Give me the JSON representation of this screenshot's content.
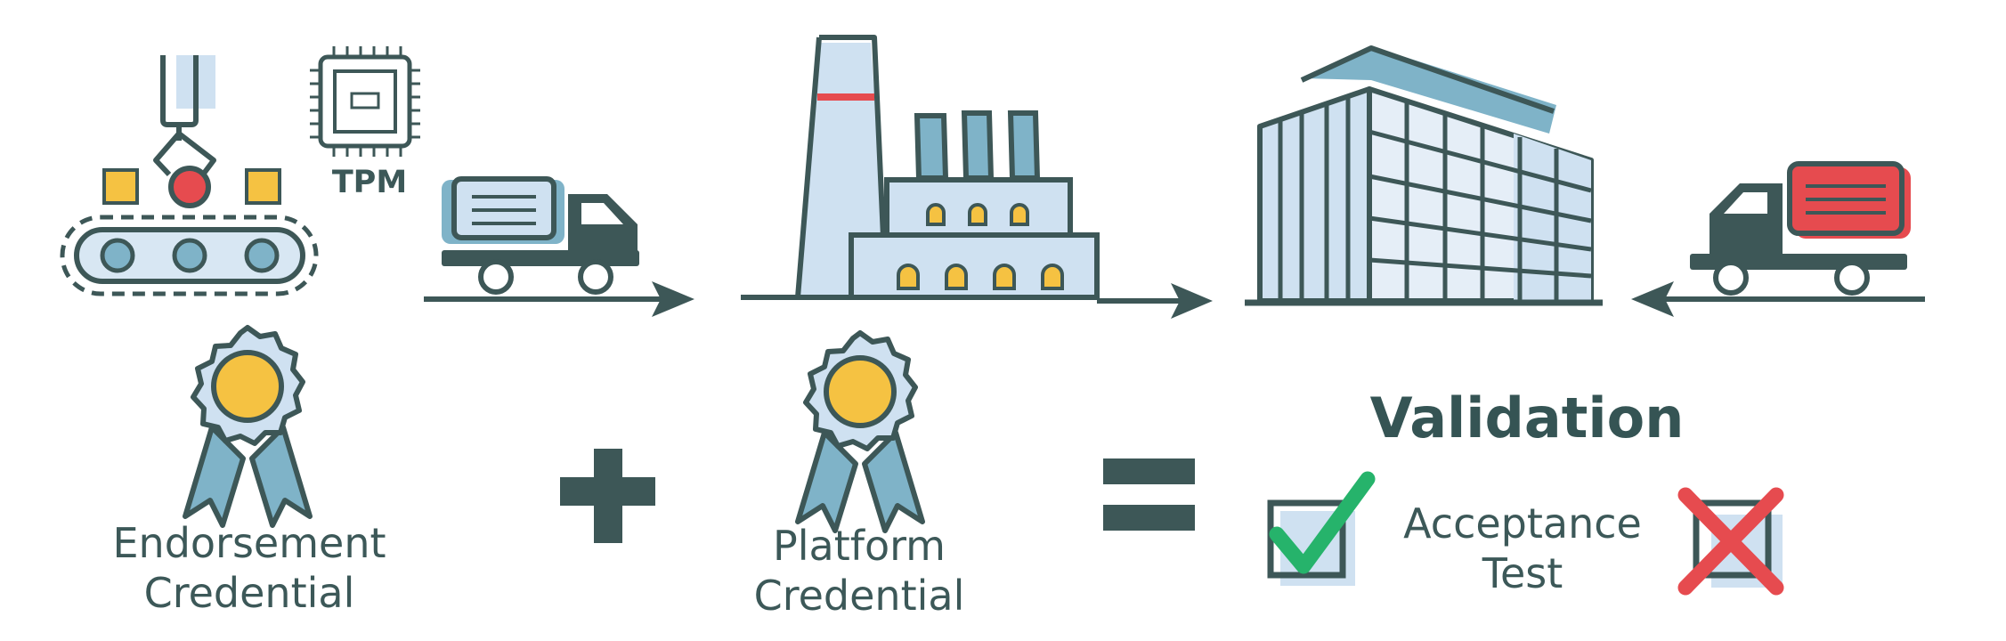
{
  "diagram": {
    "tpm_label": "TPM",
    "endorsement_label_line1": "Endorsement",
    "endorsement_label_line2": "Credential",
    "platform_label_line1": "Platform",
    "platform_label_line2": "Credential",
    "validation_title": "Validation",
    "acceptance_label_line1": "Acceptance",
    "acceptance_label_line2": "Test",
    "operators": [
      "+",
      "="
    ],
    "colors": {
      "dark": "#3d5757",
      "light_blue": "#cfe1f1",
      "mid_blue": "#7fb3c8",
      "gold": "#f5c242",
      "red": "#e64b4f",
      "green": "#26b36b"
    },
    "icons": [
      "assembly-line-icon",
      "tpm-chip-icon",
      "delivery-truck-icon",
      "factory-icon",
      "office-building-icon",
      "return-truck-icon",
      "award-ribbon-icon",
      "plus-icon",
      "equals-icon",
      "checkmark-icon",
      "cross-icon"
    ]
  }
}
